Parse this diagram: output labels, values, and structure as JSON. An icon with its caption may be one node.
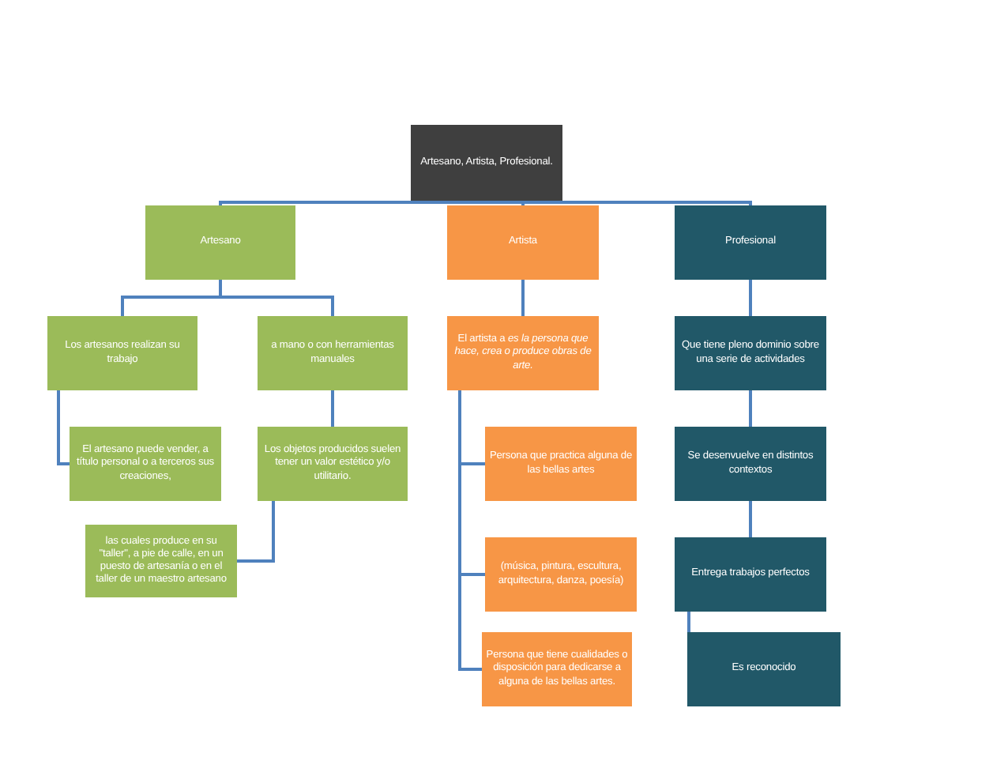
{
  "diagram": {
    "nodes": [
      {
        "text": [
          "Artesano, Artista, Profesional."
        ]
      },
      {
        "text": [
          "Artesano"
        ]
      },
      {
        "text": [
          "Artista"
        ]
      },
      {
        "text": [
          "Profesional"
        ]
      },
      {
        "text": [
          "Los artesanos realizan su trabajo"
        ]
      },
      {
        "text": [
          "a mano o con herramientas manuales"
        ]
      },
      {
        "text": [
          "El artista a *es la persona que hace, crea o produce obras de arte.*"
        ]
      },
      {
        "text": [
          "Que tiene  pleno dominio sobre una serie de actividades"
        ]
      },
      {
        "text": [
          "El artesano puede vender, a título personal o a terceros sus creaciones,"
        ]
      },
      {
        "text": [
          "Los objetos producidos suelen tener un valor estético y/o utilitario."
        ]
      },
      {
        "text": [
          "Persona que practica alguna de las bellas artes"
        ]
      },
      {
        "text": [
          "Se desenvuelve en distintos contextos"
        ]
      },
      {
        "text": [
          "las cuales produce en su \"taller\", a pie de calle, en un puesto de artesanía o en el taller de un maestro artesano"
        ]
      },
      {
        "text": [
          "(música, pintura, escultura, arquitectura, danza, poesía)"
        ]
      },
      {
        "text": [
          "Entrega trabajos perfectos"
        ]
      },
      {
        "text": [
          "Persona que tiene cualidades o disposición para dedicarse a alguna de las bellas artes."
        ]
      },
      {
        "text": [
          "Es reconocido"
        ]
      }
    ],
    "edges": [
      {
        "from": 0,
        "to": 1,
        "arrow": "none"
      },
      {
        "from": 0,
        "to": 2,
        "arrow": "none"
      },
      {
        "from": 0,
        "to": 3,
        "arrow": "none"
      },
      {
        "from": 1,
        "to": 4,
        "arrow": "none"
      },
      {
        "from": 1,
        "to": 5,
        "arrow": "none"
      },
      {
        "from": 4,
        "to": 8,
        "arrow": "none"
      },
      {
        "from": 5,
        "to": 9,
        "arrow": "none"
      },
      {
        "from": 9,
        "to": 12,
        "arrow": "none"
      },
      {
        "from": 2,
        "to": 6,
        "arrow": "none"
      },
      {
        "from": 6,
        "to": 10,
        "arrow": "none"
      },
      {
        "from": 6,
        "to": 13,
        "arrow": "none"
      },
      {
        "from": 6,
        "to": 15,
        "arrow": "none"
      },
      {
        "from": 3,
        "to": 7,
        "arrow": "none"
      },
      {
        "from": 7,
        "to": 11,
        "arrow": "none"
      },
      {
        "from": 11,
        "to": 14,
        "arrow": "none"
      },
      {
        "from": 14,
        "to": 16,
        "arrow": "none"
      }
    ]
  }
}
